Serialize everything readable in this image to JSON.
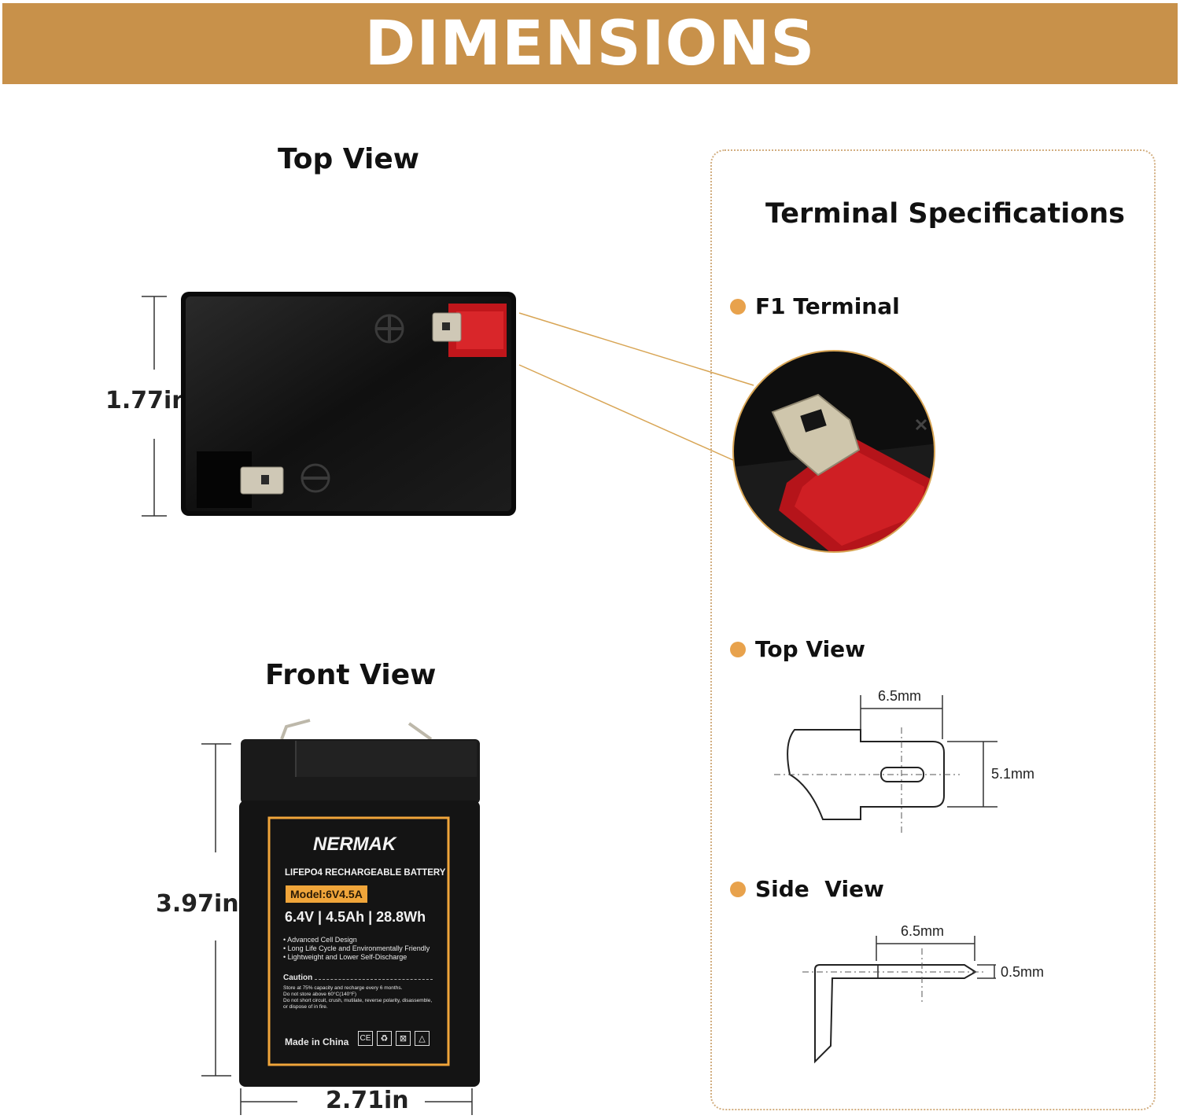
{
  "banner": {
    "title": "DIMENSIONS"
  },
  "top_view": {
    "heading": "Top View",
    "height_label": "1.77in"
  },
  "front_view": {
    "heading": "Front View",
    "height_label": "3.97in",
    "width_label": "2.71in"
  },
  "battery_label": {
    "brand": "NERMAK",
    "product_line": "LIFEPO4 RECHARGEABLE BATTERY",
    "model": "Model:6V4.5A",
    "specs": "6.4V | 4.5Ah | 28.8Wh",
    "features": [
      "• Advanced Cell Design",
      "• Long Life Cycle and Environmentally Friendly",
      "• Lightweight and Lower Self-Discharge"
    ],
    "caution_title": "Caution",
    "caution_lines": [
      "Store at 75% capacity and recharge every 6 months.",
      "Do not store above 60°C(140°F)",
      "Do not short circuit, crush, mutilate, reverse polarity, disassemble,",
      "or dispose of in fire."
    ],
    "origin": "Made in China",
    "cert_marks": [
      "CE",
      "♻",
      "⊠",
      "△"
    ]
  },
  "terminal_specs": {
    "heading": "Terminal Specifications",
    "f1_label": "F1 Terminal",
    "top_view_label": "Top View",
    "top_width": "6.5mm",
    "top_height": "5.1mm",
    "side_view_label": "Side  View",
    "side_width": "6.5mm",
    "side_thickness": "0.5mm"
  },
  "colors": {
    "banner": "#c8914a",
    "accent_dot": "#e8a24c",
    "panel_border": "#d2ae80",
    "battery_body": "#141414",
    "positive_terminal": "#c0161b",
    "label_border": "#f0a53a"
  }
}
